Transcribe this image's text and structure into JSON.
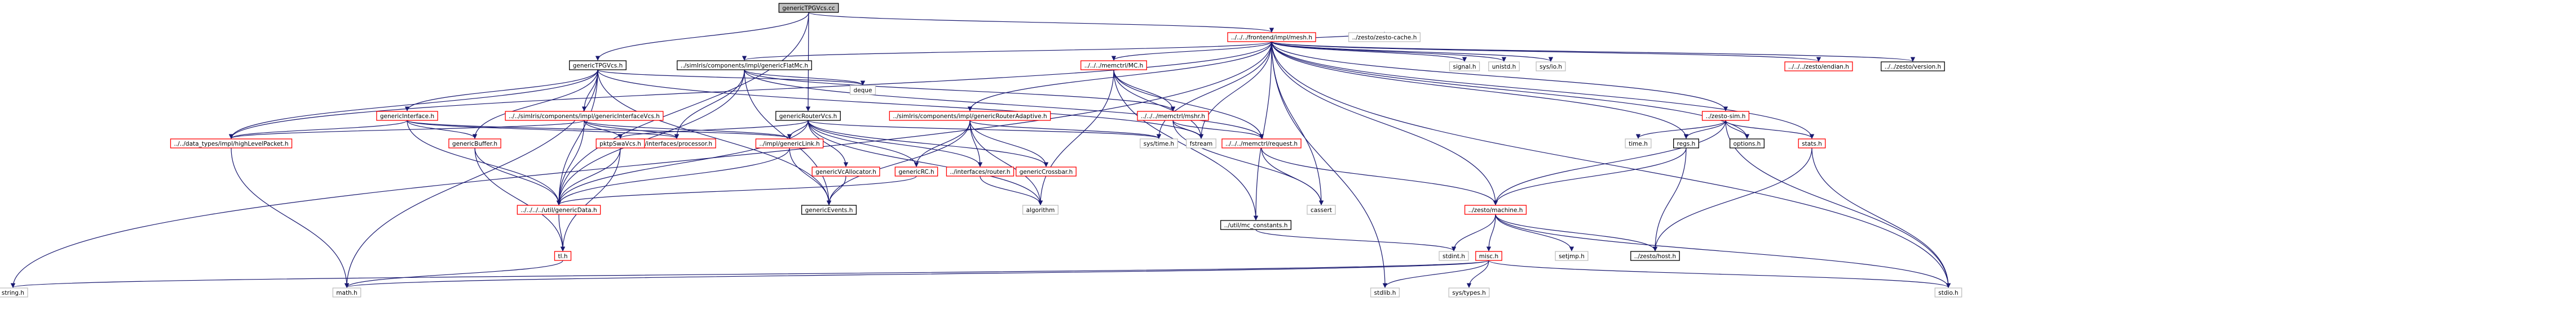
{
  "colors": {
    "edge_include": "#191970",
    "edge_alt": "#63b8ff",
    "node_root_fill": "#bfbfbf",
    "node_fill": "#ffffff",
    "node_border": "#000000",
    "node_border_documented": "#ff0000",
    "node_border_external": "#bfbfbf"
  },
  "nodes": [
    {
      "id": "root",
      "label": "genericTPGVcs.cc",
      "kind": "root"
    },
    {
      "id": "meshh",
      "label": "../../../frontend/impl/mesh.h",
      "kind": "doc"
    },
    {
      "id": "zcache",
      "label": "../zesto/zesto-cache.h",
      "kind": "ext"
    },
    {
      "id": "tpgvcs",
      "label": "genericTPGVcs.h",
      "kind": "plain"
    },
    {
      "id": "gfnc",
      "label": "../simIris/components/impl/genericFlatMc.h",
      "kind": "plain"
    },
    {
      "id": "memctrl",
      "label": "../../../memctrl/MC.h",
      "kind": "doc"
    },
    {
      "id": "signal",
      "label": "signal.h",
      "kind": "ext"
    },
    {
      "id": "unistd",
      "label": "unistd.h",
      "kind": "ext"
    },
    {
      "id": "sysio",
      "label": "sys/io.h",
      "kind": "ext"
    },
    {
      "id": "zendian",
      "label": "../../../zesto/endian.h",
      "kind": "doc"
    },
    {
      "id": "zversion",
      "label": "../../zesto/version.h",
      "kind": "plain"
    },
    {
      "id": "ginterface",
      "label": "genericInterface.h",
      "kind": "doc"
    },
    {
      "id": "gifvcs",
      "label": "../../simIris/components/impl/genericInterfaceVcs.h",
      "kind": "doc"
    },
    {
      "id": "gbuffer",
      "label": "genericBuffer.h",
      "kind": "doc"
    },
    {
      "id": "dtypes",
      "label": "../../data_types/impl/highLevelPacket.h",
      "kind": "doc"
    },
    {
      "id": "routervcs",
      "label": "genericRouterVcs.h",
      "kind": "plain"
    },
    {
      "id": "routeradaptive",
      "label": "../simIris/components/impl/genericRouterAdaptive.h",
      "kind": "doc"
    },
    {
      "id": "mshr",
      "label": "../../../memctrl/mshr.h",
      "kind": "doc"
    },
    {
      "id": "zsim",
      "label": "../zesto-sim.h",
      "kind": "doc"
    },
    {
      "id": "interfaces",
      "label": "../interfaces/processor.h",
      "kind": "doc"
    },
    {
      "id": "pktswvcs",
      "label": "pktpSwaVcs.h",
      "kind": "doc"
    },
    {
      "id": "glink",
      "label": "../impl/genericLink.h",
      "kind": "doc"
    },
    {
      "id": "gvcalloc",
      "label": "genericVcAllocator.h",
      "kind": "doc"
    },
    {
      "id": "grc",
      "label": "genericRC.h",
      "kind": "doc"
    },
    {
      "id": "ifrouter",
      "label": "../interfaces/router.h",
      "kind": "doc"
    },
    {
      "id": "gcrossbar",
      "label": "genericCrossbar.h",
      "kind": "doc"
    },
    {
      "id": "systime",
      "label": "sys/time.h",
      "kind": "ext"
    },
    {
      "id": "fstream",
      "label": "fstream",
      "kind": "ext"
    },
    {
      "id": "request",
      "label": "../../../memctrl/request.h",
      "kind": "doc"
    },
    {
      "id": "time",
      "label": "time.h",
      "kind": "ext"
    },
    {
      "id": "regsh",
      "label": "regs.h",
      "kind": "plain"
    },
    {
      "id": "options",
      "label": "options.h",
      "kind": "plain"
    },
    {
      "id": "statsh",
      "label": "stats.h",
      "kind": "doc"
    },
    {
      "id": "deque",
      "label": "deque",
      "kind": "ext"
    },
    {
      "id": "gdata",
      "label": "../../../../util/genericData.h",
      "kind": "doc"
    },
    {
      "id": "gevents",
      "label": "genericEvents.h",
      "kind": "plain"
    },
    {
      "id": "algorithm",
      "label": "algorithm",
      "kind": "ext"
    },
    {
      "id": "mcconst",
      "label": "../util/mc_constants.h",
      "kind": "plain"
    },
    {
      "id": "cassert",
      "label": "cassert",
      "kind": "ext"
    },
    {
      "id": "zmachine",
      "label": "../zesto/machine.h",
      "kind": "doc"
    },
    {
      "id": "tlh",
      "label": "tl.h",
      "kind": "doc"
    },
    {
      "id": "stdint",
      "label": "stdint.h",
      "kind": "ext"
    },
    {
      "id": "miscd",
      "label": "misc.h",
      "kind": "doc"
    },
    {
      "id": "setjmp",
      "label": "setjmp.h",
      "kind": "ext"
    },
    {
      "id": "zhost",
      "label": "../zesto/host.h",
      "kind": "plain"
    },
    {
      "id": "stringh",
      "label": "string.h",
      "kind": "ext"
    },
    {
      "id": "mathh",
      "label": "math.h",
      "kind": "ext"
    },
    {
      "id": "stdlib",
      "label": "stdlib.h",
      "kind": "ext"
    },
    {
      "id": "systypes",
      "label": "sys/types.h",
      "kind": "ext"
    },
    {
      "id": "stdio",
      "label": "stdio.h",
      "kind": "ext"
    }
  ],
  "edges": [
    [
      "root",
      "meshh"
    ],
    [
      "root",
      "tpgvcs"
    ],
    [
      "root",
      "routervcs"
    ],
    [
      "root",
      "gdata"
    ],
    [
      "meshh",
      "zcache"
    ],
    [
      "meshh",
      "gfnc"
    ],
    [
      "meshh",
      "memctrl"
    ],
    [
      "meshh",
      "signal"
    ],
    [
      "meshh",
      "unistd"
    ],
    [
      "meshh",
      "sysio"
    ],
    [
      "meshh",
      "zendian"
    ],
    [
      "meshh",
      "zversion"
    ],
    [
      "meshh",
      "routeradaptive"
    ],
    [
      "meshh",
      "zsim"
    ],
    [
      "meshh",
      "regsh"
    ],
    [
      "meshh",
      "options"
    ],
    [
      "meshh",
      "statsh"
    ],
    [
      "meshh",
      "dtypes"
    ],
    [
      "meshh",
      "stringh"
    ],
    [
      "meshh",
      "stdio"
    ],
    [
      "meshh",
      "fstream"
    ],
    [
      "meshh",
      "cassert"
    ],
    [
      "meshh",
      "systime"
    ],
    [
      "meshh",
      "zmachine"
    ],
    [
      "meshh",
      "stdlib"
    ],
    [
      "meshh",
      "mcconst"
    ],
    [
      "tpgvcs",
      "ginterface"
    ],
    [
      "tpgvcs",
      "gifvcs"
    ],
    [
      "tpgvcs",
      "gbuffer"
    ],
    [
      "tpgvcs",
      "dtypes"
    ],
    [
      "tpgvcs",
      "deque"
    ],
    [
      "tpgvcs",
      "mathh"
    ],
    [
      "tpgvcs",
      "gdata"
    ],
    [
      "tpgvcs",
      "gevents"
    ],
    [
      "tpgvcs",
      "fstream"
    ],
    [
      "gfnc",
      "interfaces"
    ],
    [
      "gfnc",
      "gdata"
    ],
    [
      "gfnc",
      "deque"
    ],
    [
      "gfnc",
      "request"
    ],
    [
      "gfnc",
      "mshr"
    ],
    [
      "gfnc",
      "gevents"
    ],
    [
      "memctrl",
      "mshr"
    ],
    [
      "memctrl",
      "request"
    ],
    [
      "memctrl",
      "mcconst"
    ],
    [
      "memctrl",
      "fstream"
    ],
    [
      "memctrl",
      "algorithm"
    ],
    [
      "ginterface",
      "dtypes"
    ],
    [
      "ginterface",
      "gdata"
    ],
    [
      "ginterface",
      "gbuffer"
    ],
    [
      "ginterface",
      "interfaces"
    ],
    [
      "ginterface",
      "glink"
    ],
    [
      "gifvcs",
      "gdata"
    ],
    [
      "gifvcs",
      "pktswvcs"
    ],
    [
      "gifvcs",
      "interfaces"
    ],
    [
      "gifvcs",
      "glink"
    ],
    [
      "gifvcs",
      "dtypes"
    ],
    [
      "gbuffer",
      "gdata"
    ],
    [
      "gbuffer",
      "tlh"
    ],
    [
      "dtypes",
      "mathh"
    ],
    [
      "routervcs",
      "glink"
    ],
    [
      "routervcs",
      "gvcalloc"
    ],
    [
      "routervcs",
      "grc"
    ],
    [
      "routervcs",
      "ifrouter"
    ],
    [
      "routervcs",
      "gcrossbar"
    ],
    [
      "routervcs",
      "gdata"
    ],
    [
      "routervcs",
      "systime"
    ],
    [
      "routervcs",
      "algorithm"
    ],
    [
      "routervcs",
      "pktswvcs"
    ],
    [
      "routeradaptive",
      "grc"
    ],
    [
      "routeradaptive",
      "gcrossbar"
    ],
    [
      "routeradaptive",
      "ifrouter"
    ],
    [
      "routeradaptive",
      "gevents"
    ],
    [
      "routeradaptive",
      "systime"
    ],
    [
      "routeradaptive",
      "algorithm"
    ],
    [
      "mshr",
      "request"
    ],
    [
      "mshr",
      "fstream"
    ],
    [
      "mshr",
      "cassert"
    ],
    [
      "request",
      "cassert"
    ],
    [
      "request",
      "zmachine"
    ],
    [
      "zsim",
      "time"
    ],
    [
      "zsim",
      "regsh"
    ],
    [
      "zsim",
      "options"
    ],
    [
      "zsim",
      "statsh"
    ],
    [
      "zsim",
      "stdio"
    ],
    [
      "zsim",
      "zmachine"
    ],
    [
      "regsh",
      "zhost"
    ],
    [
      "regsh",
      "zmachine"
    ],
    [
      "statsh",
      "zhost"
    ],
    [
      "statsh",
      "stdio"
    ],
    [
      "pktswvcs",
      "gdata"
    ],
    [
      "pktswvcs",
      "tlh"
    ],
    [
      "glink",
      "gdata"
    ],
    [
      "glink",
      "gevents"
    ],
    [
      "gvcalloc",
      "gevents"
    ],
    [
      "grc",
      "gdata"
    ],
    [
      "ifrouter",
      "algorithm"
    ],
    [
      "gdata",
      "tlh"
    ],
    [
      "tlh",
      "mathh"
    ],
    [
      "mcconst",
      "stdint"
    ],
    [
      "zmachine",
      "miscd"
    ],
    [
      "zmachine",
      "setjmp"
    ],
    [
      "zmachine",
      "zhost"
    ],
    [
      "zmachine",
      "stdint"
    ],
    [
      "zmachine",
      "stdio"
    ],
    [
      "miscd",
      "stringh"
    ],
    [
      "miscd",
      "mathh"
    ],
    [
      "miscd",
      "stdlib"
    ],
    [
      "miscd",
      "systypes"
    ],
    [
      "miscd",
      "stdio"
    ]
  ]
}
